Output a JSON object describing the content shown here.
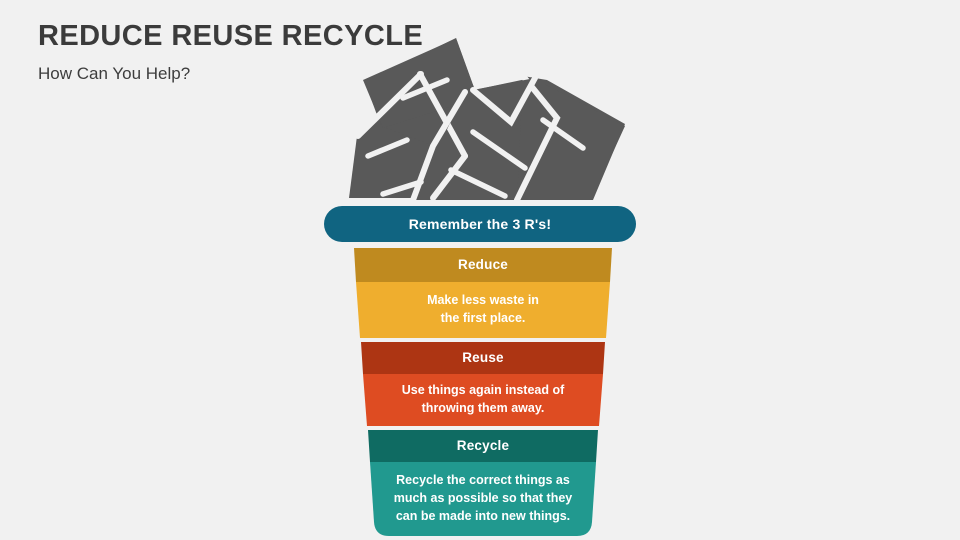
{
  "slide": {
    "background_color": "#f1f1f1",
    "title": "REDUCE REUSE RECYCLE",
    "subtitle": "How Can You Help?",
    "title_color": "#3b3b3b",
    "subtitle_color": "#3d3d3d"
  },
  "illustration": {
    "name": "trash-papers-graphic",
    "fill_color": "#595959",
    "detail_line_color": "#f1f1f1"
  },
  "funnel": {
    "header": {
      "label": "Remember the 3 R's!",
      "color": "#106481",
      "text_color": "#ffffff"
    },
    "stages": [
      {
        "title": "Reduce",
        "body": "Make less waste in the first place.",
        "body_lines": [
          "Make less waste in",
          "the first place."
        ],
        "header_color": "#bf8a1f",
        "body_color": "#efae2e",
        "text_color": "#ffffff"
      },
      {
        "title": "Reuse",
        "body": "Use things again instead of throwing them away.",
        "body_lines": [
          "Use things again instead of",
          "throwing them away."
        ],
        "header_color": "#ad3513",
        "body_color": "#de4c22",
        "text_color": "#ffffff"
      },
      {
        "title": "Recycle",
        "body": "Recycle the correct things as much as possible so that they can be made into new things.",
        "body_lines": [
          "Recycle the correct things as",
          "much as possible so that they",
          "can be made into new things."
        ],
        "header_color": "#0f6b62",
        "body_color": "#21998f",
        "text_color": "#ffffff"
      }
    ]
  }
}
